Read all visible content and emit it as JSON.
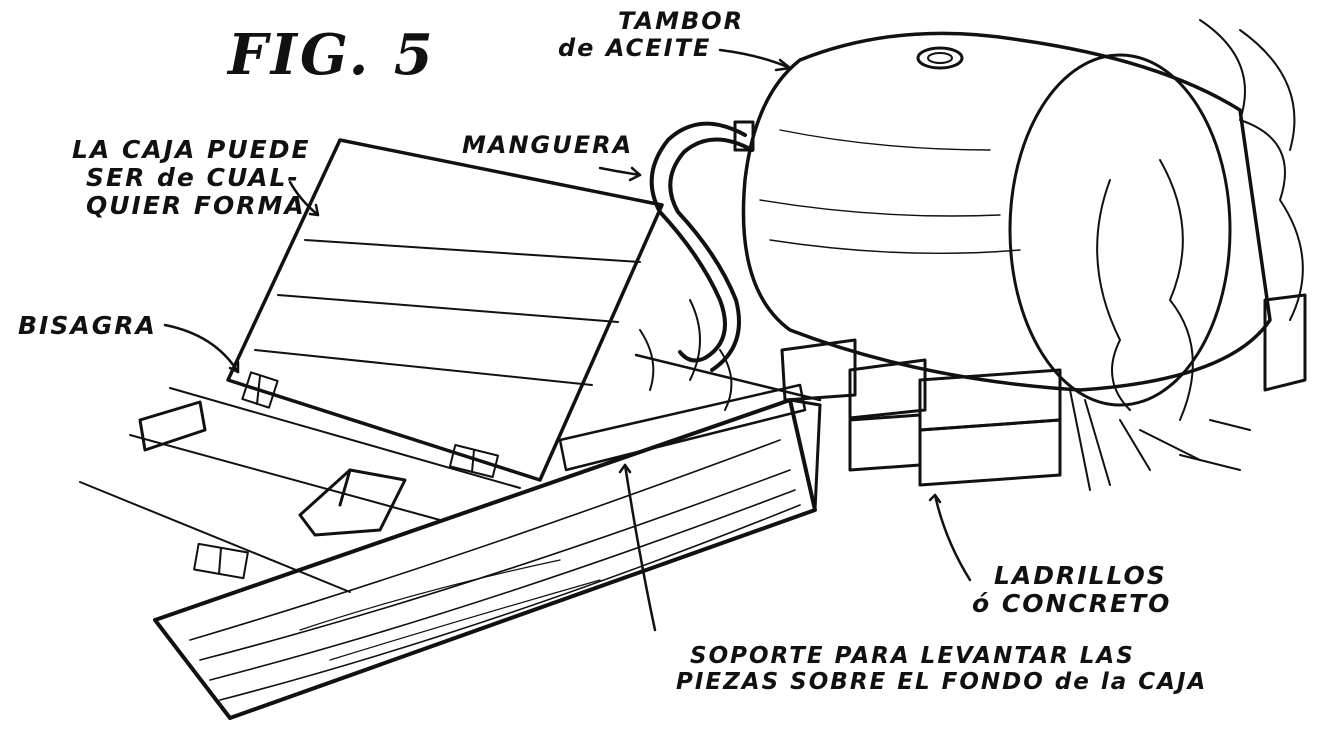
{
  "figure": {
    "title": "FIG. 5"
  },
  "labels": {
    "tambor": [
      "TAMBOR",
      "de ACEITE"
    ],
    "manguera": "MANGUERA",
    "caja": [
      "LA CAJA PUEDE",
      "SER de CUAL-",
      "QUIER FORMA"
    ],
    "bisagra": "BISAGRA",
    "ladrillos": [
      "LADRILLOS",
      "ó CONCRETO"
    ],
    "soporte": [
      "SOPORTE PARA LEVANTAR LAS",
      "PIEZAS SOBRE EL FONDO de la CAJA"
    ]
  },
  "colors": {
    "ink": "#111111",
    "paper": "#ffffff"
  }
}
